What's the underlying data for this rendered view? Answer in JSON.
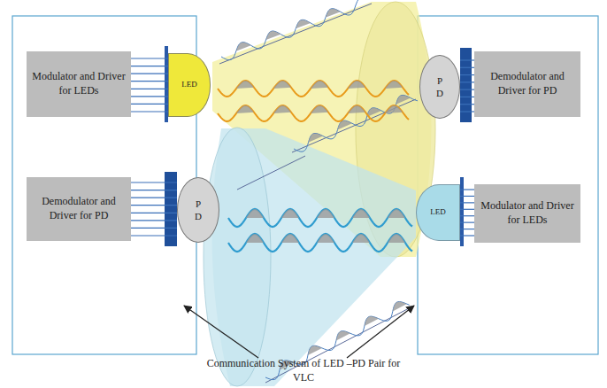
{
  "diagram": {
    "caption": "Communication System of LED –PD Pair for VLC",
    "nodes": [
      {
        "text": [
          "Modulator and Driver for LEDs"
        ]
      },
      {
        "text": [
          "LED"
        ]
      },
      {
        "text": [
          "P D"
        ]
      },
      {
        "text": [
          "Demodulator and Driver for PD"
        ]
      },
      {
        "text": [
          "Demodulator and Driver for PD"
        ]
      },
      {
        "text": [
          "P D"
        ]
      },
      {
        "text": [
          "LED"
        ]
      },
      {
        "text": [
          "Modulator and Driver for LEDs"
        ]
      }
    ],
    "edges": [
      {
        "from": 0,
        "to": 1,
        "arrow": "none"
      },
      {
        "from": 2,
        "to": 3,
        "arrow": "none"
      },
      {
        "from": 4,
        "to": 5,
        "arrow": "none"
      },
      {
        "from": 6,
        "to": 7,
        "arrow": "none"
      }
    ]
  }
}
